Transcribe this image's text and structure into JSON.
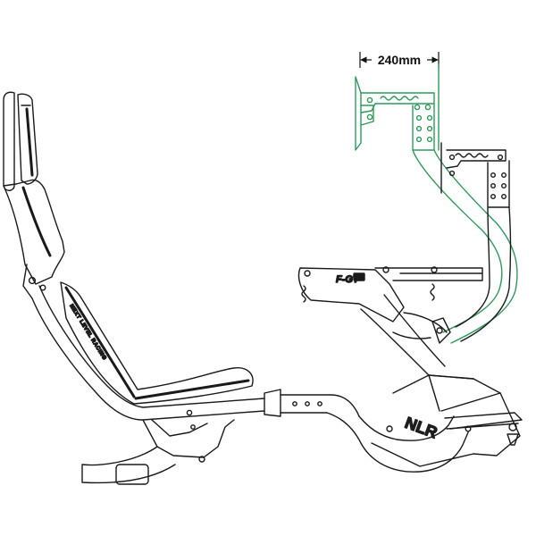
{
  "dimension": {
    "label": "240mm"
  },
  "seat_branding": {
    "text": "NEXT LEVEL RACING"
  },
  "wheel_deck_logo": {
    "text": "F-GT",
    "badge": "lite"
  },
  "base_logo": {
    "text": "NLR"
  },
  "colors": {
    "outline": "#1a1a1a",
    "adjust_outline": "#2e9a5a",
    "background": "#ffffff",
    "padding_stripe": "#1a1a1a"
  }
}
